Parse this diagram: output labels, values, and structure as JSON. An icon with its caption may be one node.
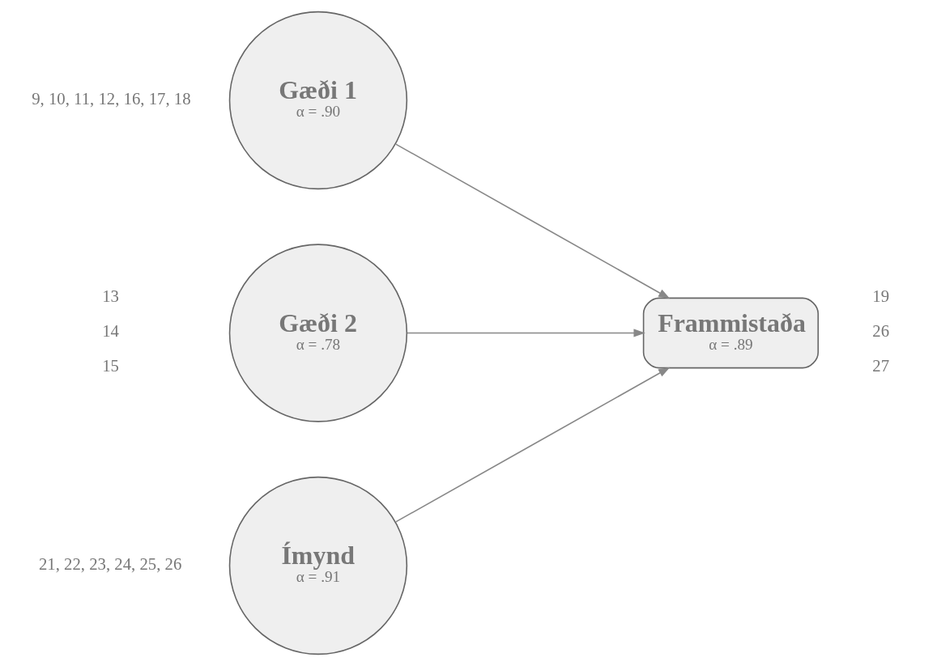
{
  "diagram": {
    "nodes": [
      {
        "text": [
          "Gæði 1",
          "α = .90"
        ],
        "beside": [
          "9, 10, 11, 12, 16, 17, 18"
        ]
      },
      {
        "text": [
          "Gæði 2",
          "α = .78"
        ],
        "beside": [
          "13",
          "14",
          "15"
        ]
      },
      {
        "text": [
          "Ímynd",
          "α = .91"
        ],
        "beside": [
          "21, 22, 23, 24, 25, 26"
        ]
      },
      {
        "text": [
          "Frammistaða",
          "α = .89"
        ],
        "beside": [
          "19",
          "26",
          "27"
        ]
      }
    ],
    "edges": [
      {
        "from": 0,
        "to": 3,
        "arrow": "to"
      },
      {
        "from": 1,
        "to": 3,
        "arrow": "to"
      },
      {
        "from": 2,
        "to": 3,
        "arrow": "to"
      }
    ]
  }
}
